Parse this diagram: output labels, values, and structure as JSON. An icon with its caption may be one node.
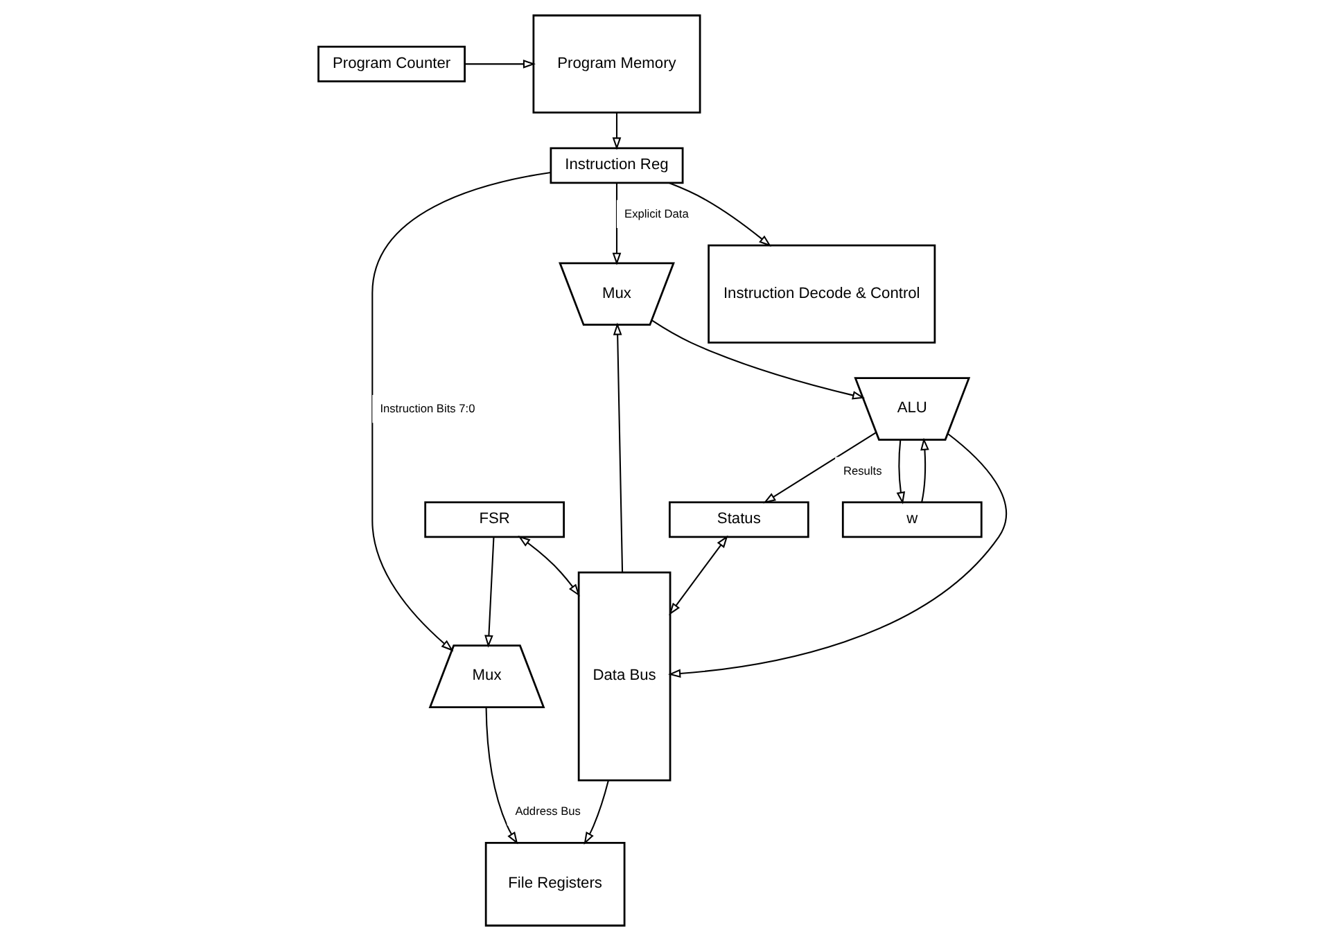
{
  "diagram": {
    "nodes": [
      {
        "text": [
          "Program Memory"
        ]
      },
      {
        "text": [
          "Program Counter"
        ]
      },
      {
        "text": [
          "File Registers"
        ]
      },
      {
        "text": [
          "Mux"
        ]
      },
      {
        "text": [
          "Instruction Reg"
        ]
      },
      {
        "text": [
          "FSR"
        ]
      },
      {
        "text": [
          "Status"
        ]
      },
      {
        "text": [
          "Mux"
        ]
      },
      {
        "text": [
          "ALU"
        ]
      },
      {
        "text": [
          "Instruction Decode & Control"
        ]
      },
      {
        "text": [
          "w"
        ]
      },
      {
        "text": [
          "Data Bus"
        ]
      }
    ],
    "edges": [
      {
        "from": 1,
        "to": 0,
        "arrow": "to"
      },
      {
        "from": 0,
        "to": 4,
        "arrow": "to"
      },
      {
        "from": 4,
        "to": 9,
        "arrow": "to"
      },
      {
        "from": 4,
        "to": 3,
        "arrow": "to",
        "label": "Instruction Bits 7:0"
      },
      {
        "from": 5,
        "to": 3,
        "arrow": "to"
      },
      {
        "from": 3,
        "to": 2,
        "arrow": "to",
        "label": "Address Bus"
      },
      {
        "from": 11,
        "to": 2,
        "arrow": "to"
      },
      {
        "from": 5,
        "to": 11,
        "arrow": "both"
      },
      {
        "from": 6,
        "to": 11,
        "arrow": "both"
      },
      {
        "from": 4,
        "to": 7,
        "arrow": "to",
        "label": "Explicit Data"
      },
      {
        "from": 11,
        "to": 7,
        "arrow": "to"
      },
      {
        "from": 7,
        "to": 8,
        "arrow": "to"
      },
      {
        "from": 8,
        "to": 6,
        "arrow": "to",
        "label": "Results"
      },
      {
        "from": 8,
        "to": 10,
        "arrow": "to"
      },
      {
        "from": 8,
        "to": 11,
        "arrow": "to"
      },
      {
        "from": 10,
        "to": 8,
        "arrow": "to"
      }
    ]
  }
}
